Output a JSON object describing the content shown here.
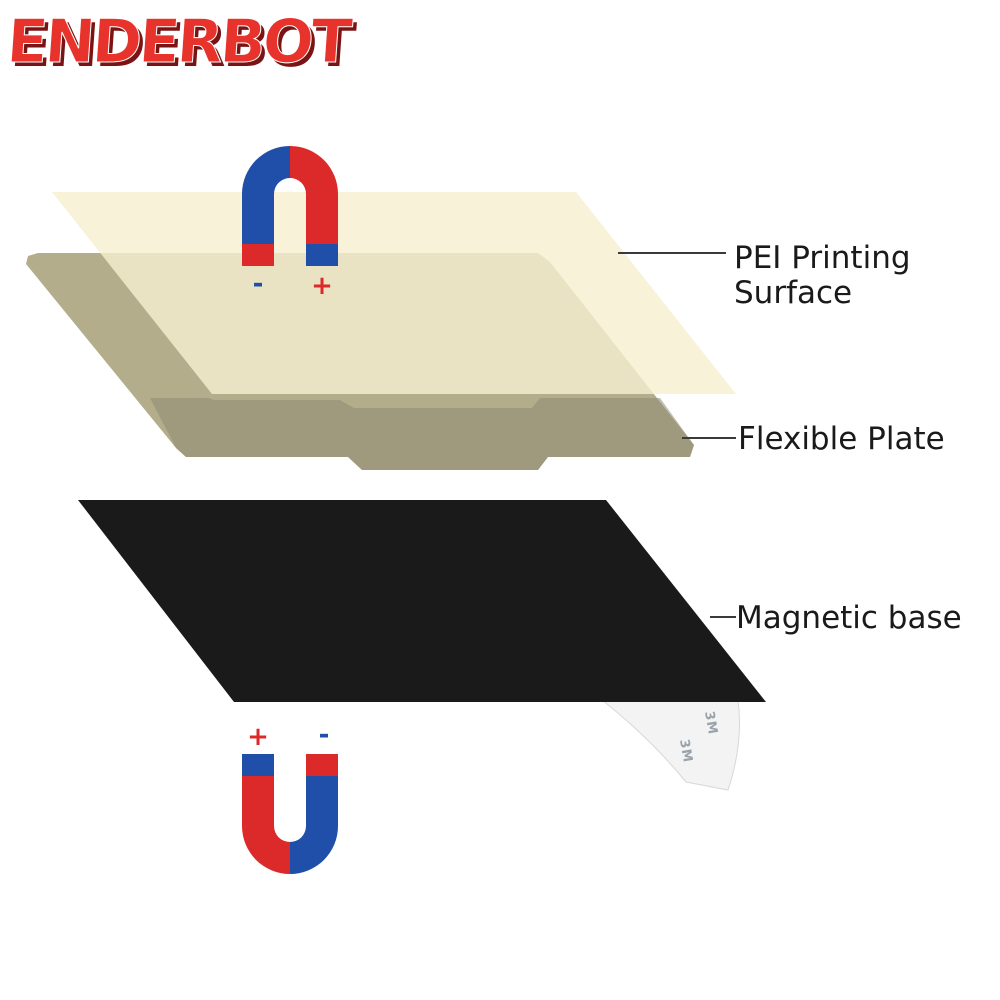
{
  "brand": {
    "logo_text": "ENDERBOT"
  },
  "layers": [
    {
      "id": "pei",
      "label_lines": [
        "PEI Printing",
        "Surface"
      ]
    },
    {
      "id": "flexible",
      "label_lines": [
        "Flexible Plate"
      ]
    },
    {
      "id": "magnetic",
      "label_lines": [
        "Magnetic base"
      ]
    }
  ],
  "magnets": {
    "top": {
      "left_sign": "-",
      "right_sign": "+"
    },
    "bottom": {
      "left_sign": "+",
      "right_sign": "-"
    }
  },
  "tape": {
    "brand_text": "3M"
  },
  "colors": {
    "pei_sheet": "#f6efcf",
    "flex_plate": "#b3ad8b",
    "flex_plate_edge": "#8e8a74",
    "magnetic_base": "#1b1a1a",
    "magnet_red": "#dc2a2a",
    "magnet_blue": "#1f4fa8",
    "logo_red": "#e8332d",
    "leader_line": "#3a3a3a"
  }
}
